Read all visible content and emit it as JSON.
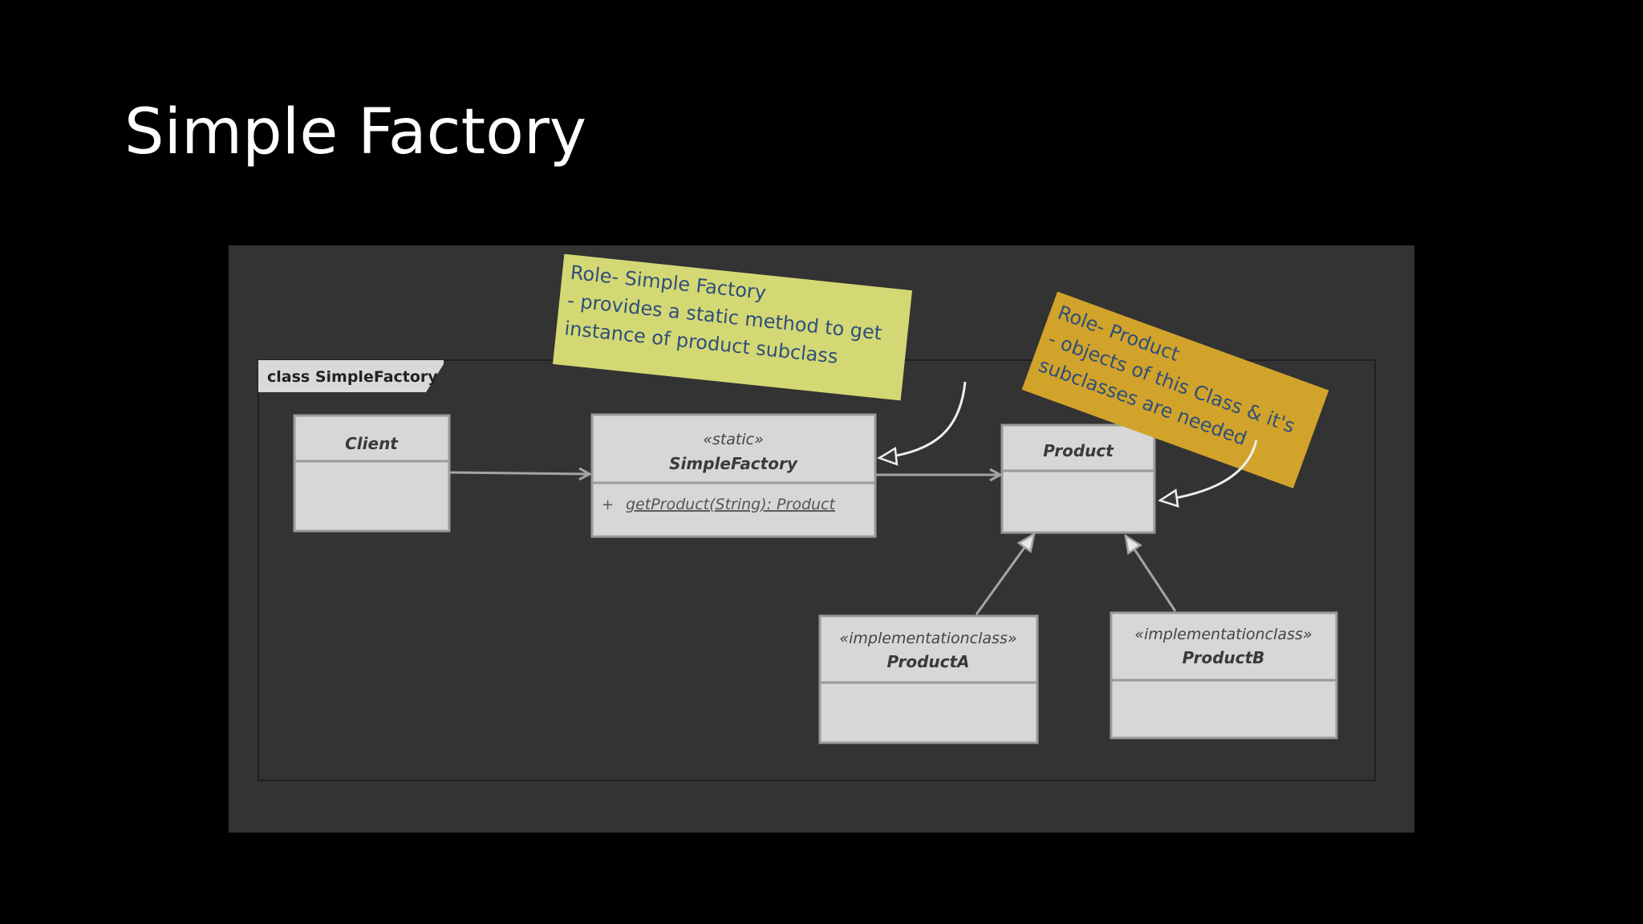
{
  "slide": {
    "title": "Simple Factory"
  },
  "diagram": {
    "frame_label": "class SimpleFactory",
    "classes": {
      "client": {
        "name": "Client"
      },
      "simple_factory": {
        "stereotype": "«static»",
        "name": "SimpleFactory",
        "member_visibility": "+",
        "member": "getProduct(String): Product"
      },
      "product": {
        "name": "Product"
      },
      "product_a": {
        "stereotype": "«implementationclass»",
        "name": "ProductA"
      },
      "product_b": {
        "stereotype": "«implementationclass»",
        "name": "ProductB"
      }
    },
    "notes": {
      "factory_note": {
        "lines": [
          "Role- Simple Factory",
          "- provides a static method to get",
          "instance of product subclass"
        ],
        "color": "#d4d874"
      },
      "product_note": {
        "lines": [
          "Role- Product",
          "- objects of this Class & it's",
          "subclasses are needed"
        ],
        "color": "#d1a32a"
      }
    },
    "colors": {
      "panel": "#333333",
      "class_fill": "#d7d7d7",
      "note_text": "#2f4f7a"
    }
  }
}
